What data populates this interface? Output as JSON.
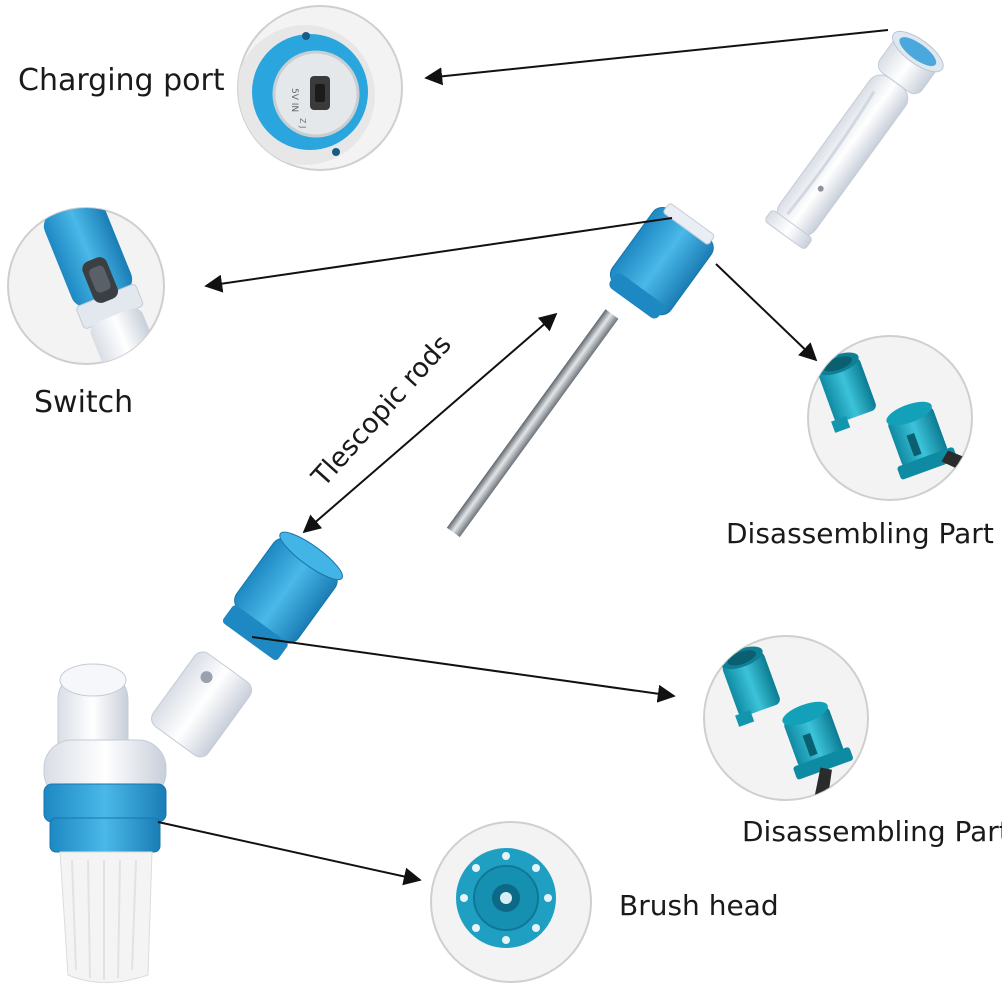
{
  "labels": {
    "charging_port": "Charging port",
    "switch": "Switch",
    "telescopic_rods": "Tlescopic rods",
    "disassembling_part_1": "Disassembling Part",
    "disassembling_part_2": "Disassembling Part",
    "brush_head": "Brush head"
  },
  "port_text": {
    "line1": "5V IN",
    "line2": "Z J"
  },
  "colors": {
    "body_white": "#eef1f6",
    "accent_blue": "#2a9fd6",
    "teal_part": "#1aa0b8",
    "rod_steel": "#8e959c",
    "arrow": "#111111",
    "circle_border": "#c9c9c9",
    "bristle": "#f4f4f4"
  },
  "icons": [
    "charging-port-inset",
    "switch-inset",
    "disassembling-part-inset",
    "brush-head-inset"
  ]
}
